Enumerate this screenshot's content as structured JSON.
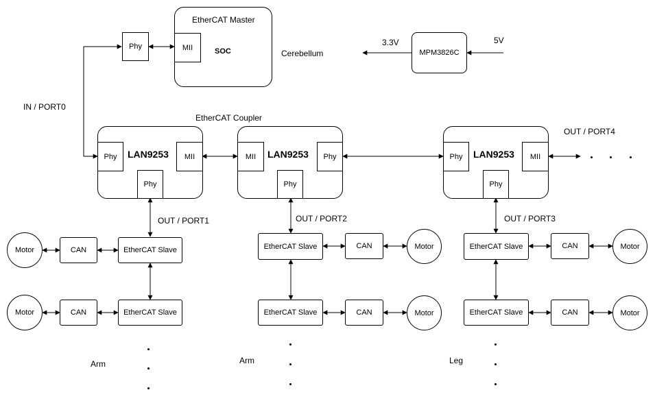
{
  "master": {
    "title": "EtherCAT Master",
    "mii": "MII",
    "soc": "SOC",
    "phy": "Phy"
  },
  "cerebellum": "Cerebellum",
  "power": {
    "chip": "MPM3826C",
    "in": "5V",
    "out": "3.3V"
  },
  "in_port": "IN / PORT0",
  "coupler_title": "EtherCAT Coupler",
  "chip_name": "LAN9253",
  "phy": "Phy",
  "mii": "MII",
  "ports": {
    "p1": "OUT / PORT1",
    "p2": "OUT / PORT2",
    "p3": "OUT / PORT3",
    "p4": "OUT / PORT4"
  },
  "slave": "EtherCAT Slave",
  "can": "CAN",
  "motor": "Motor",
  "groups": {
    "g1": "Arm",
    "g2": "Arm",
    "g3": "Leg"
  }
}
